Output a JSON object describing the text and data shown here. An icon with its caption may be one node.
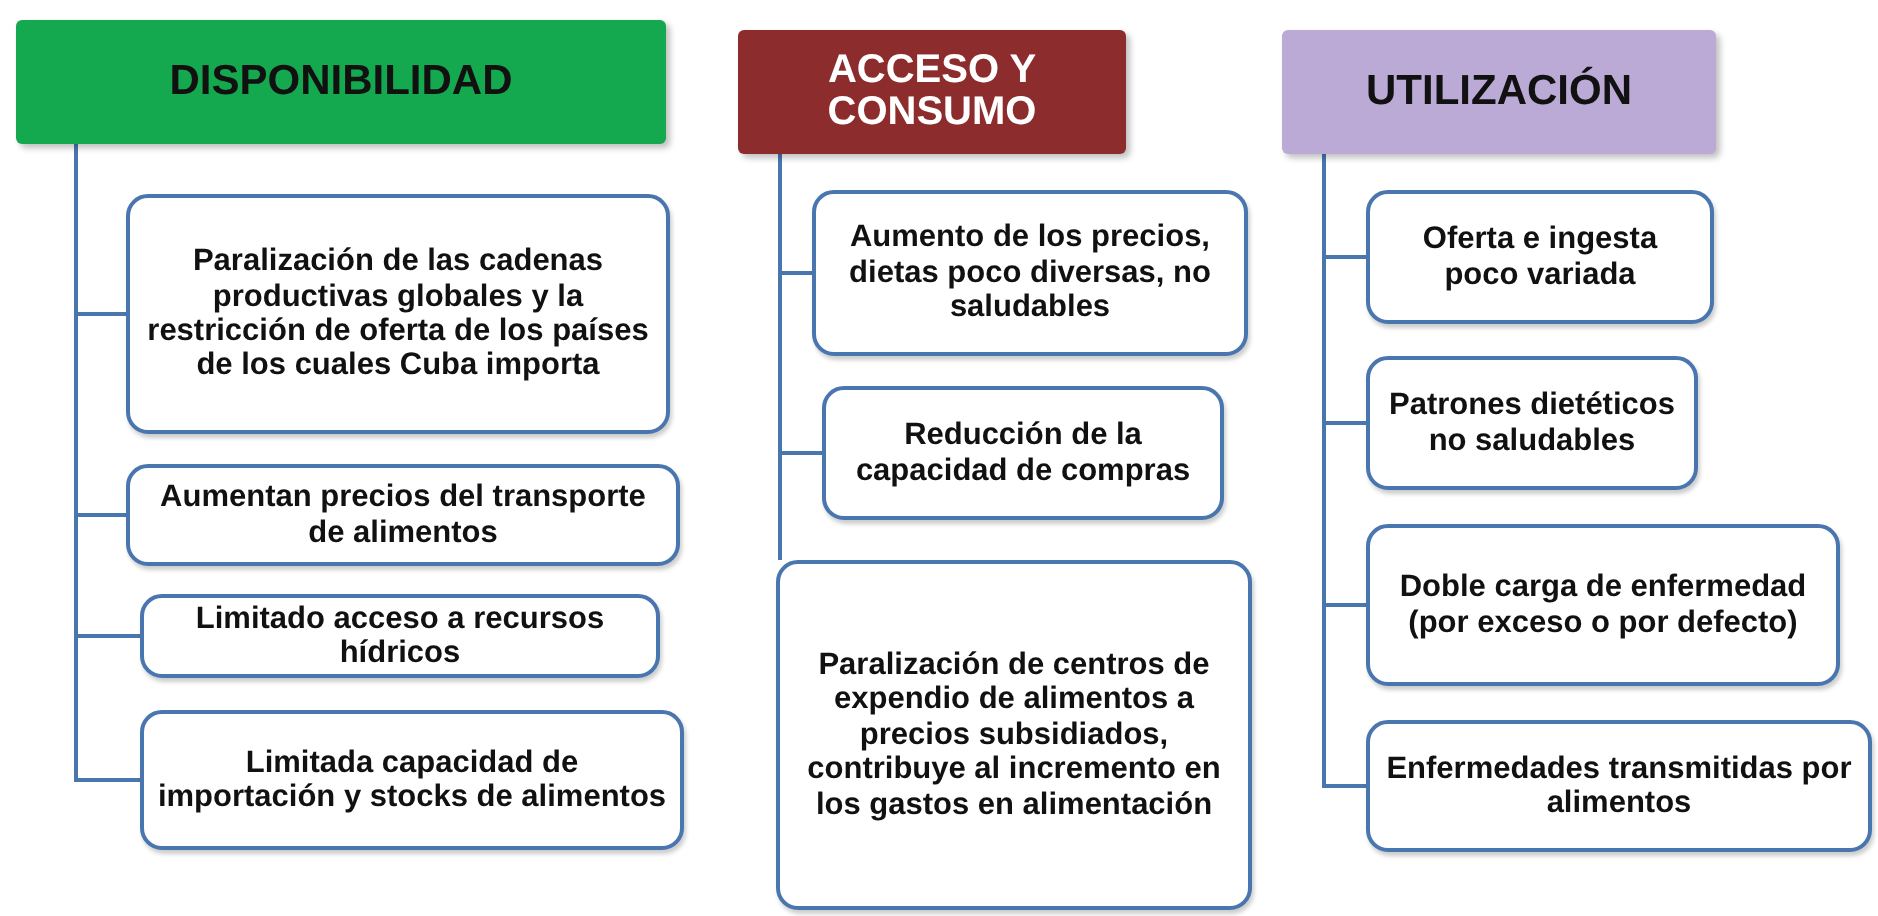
{
  "diagram": {
    "nodes": [
      {
        "text": [
          "DISPONIBILIDAD"
        ]
      },
      {
        "text": [
          "Paralización de las cadenas productivas globales y la restricción de oferta de los países de los cuales Cuba importa"
        ]
      },
      {
        "text": [
          "Aumentan precios del transporte de alimentos"
        ]
      },
      {
        "text": [
          "Limitado acceso a recursos hídricos"
        ]
      },
      {
        "text": [
          "Limitada capacidad de importación y stocks de alimentos"
        ]
      },
      {
        "text": [
          "ACCESO Y CONSUMO"
        ]
      },
      {
        "text": [
          "Aumento de los precios, dietas poco diversas, no saludables"
        ]
      },
      {
        "text": [
          "Reducción de la capacidad de compras"
        ]
      },
      {
        "text": [
          "Paralización de centros de expendio de alimentos a precios subsidiados, contribuye al incremento en los gastos en alimentación"
        ]
      },
      {
        "text": [
          "UTILIZACIÓN"
        ]
      },
      {
        "text": [
          "Oferta e ingesta poco variada"
        ]
      },
      {
        "text": [
          "Patrones dietéticos no saludables"
        ]
      },
      {
        "text": [
          "Doble carga de enfermedad (por exceso o por defecto)"
        ]
      },
      {
        "text": [
          "Enfermedades transmitidas por alimentos"
        ]
      }
    ],
    "edges": [
      {
        "from": 0,
        "to": 1,
        "arrow": "none"
      },
      {
        "from": 0,
        "to": 2,
        "arrow": "none"
      },
      {
        "from": 0,
        "to": 3,
        "arrow": "none"
      },
      {
        "from": 0,
        "to": 4,
        "arrow": "none"
      },
      {
        "from": 5,
        "to": 6,
        "arrow": "none"
      },
      {
        "from": 5,
        "to": 7,
        "arrow": "none"
      },
      {
        "from": 5,
        "to": 8,
        "arrow": "none"
      },
      {
        "from": 9,
        "to": 10,
        "arrow": "none"
      },
      {
        "from": 9,
        "to": 11,
        "arrow": "none"
      },
      {
        "from": 9,
        "to": 12,
        "arrow": "none"
      },
      {
        "from": 9,
        "to": 13,
        "arrow": "none"
      }
    ]
  }
}
